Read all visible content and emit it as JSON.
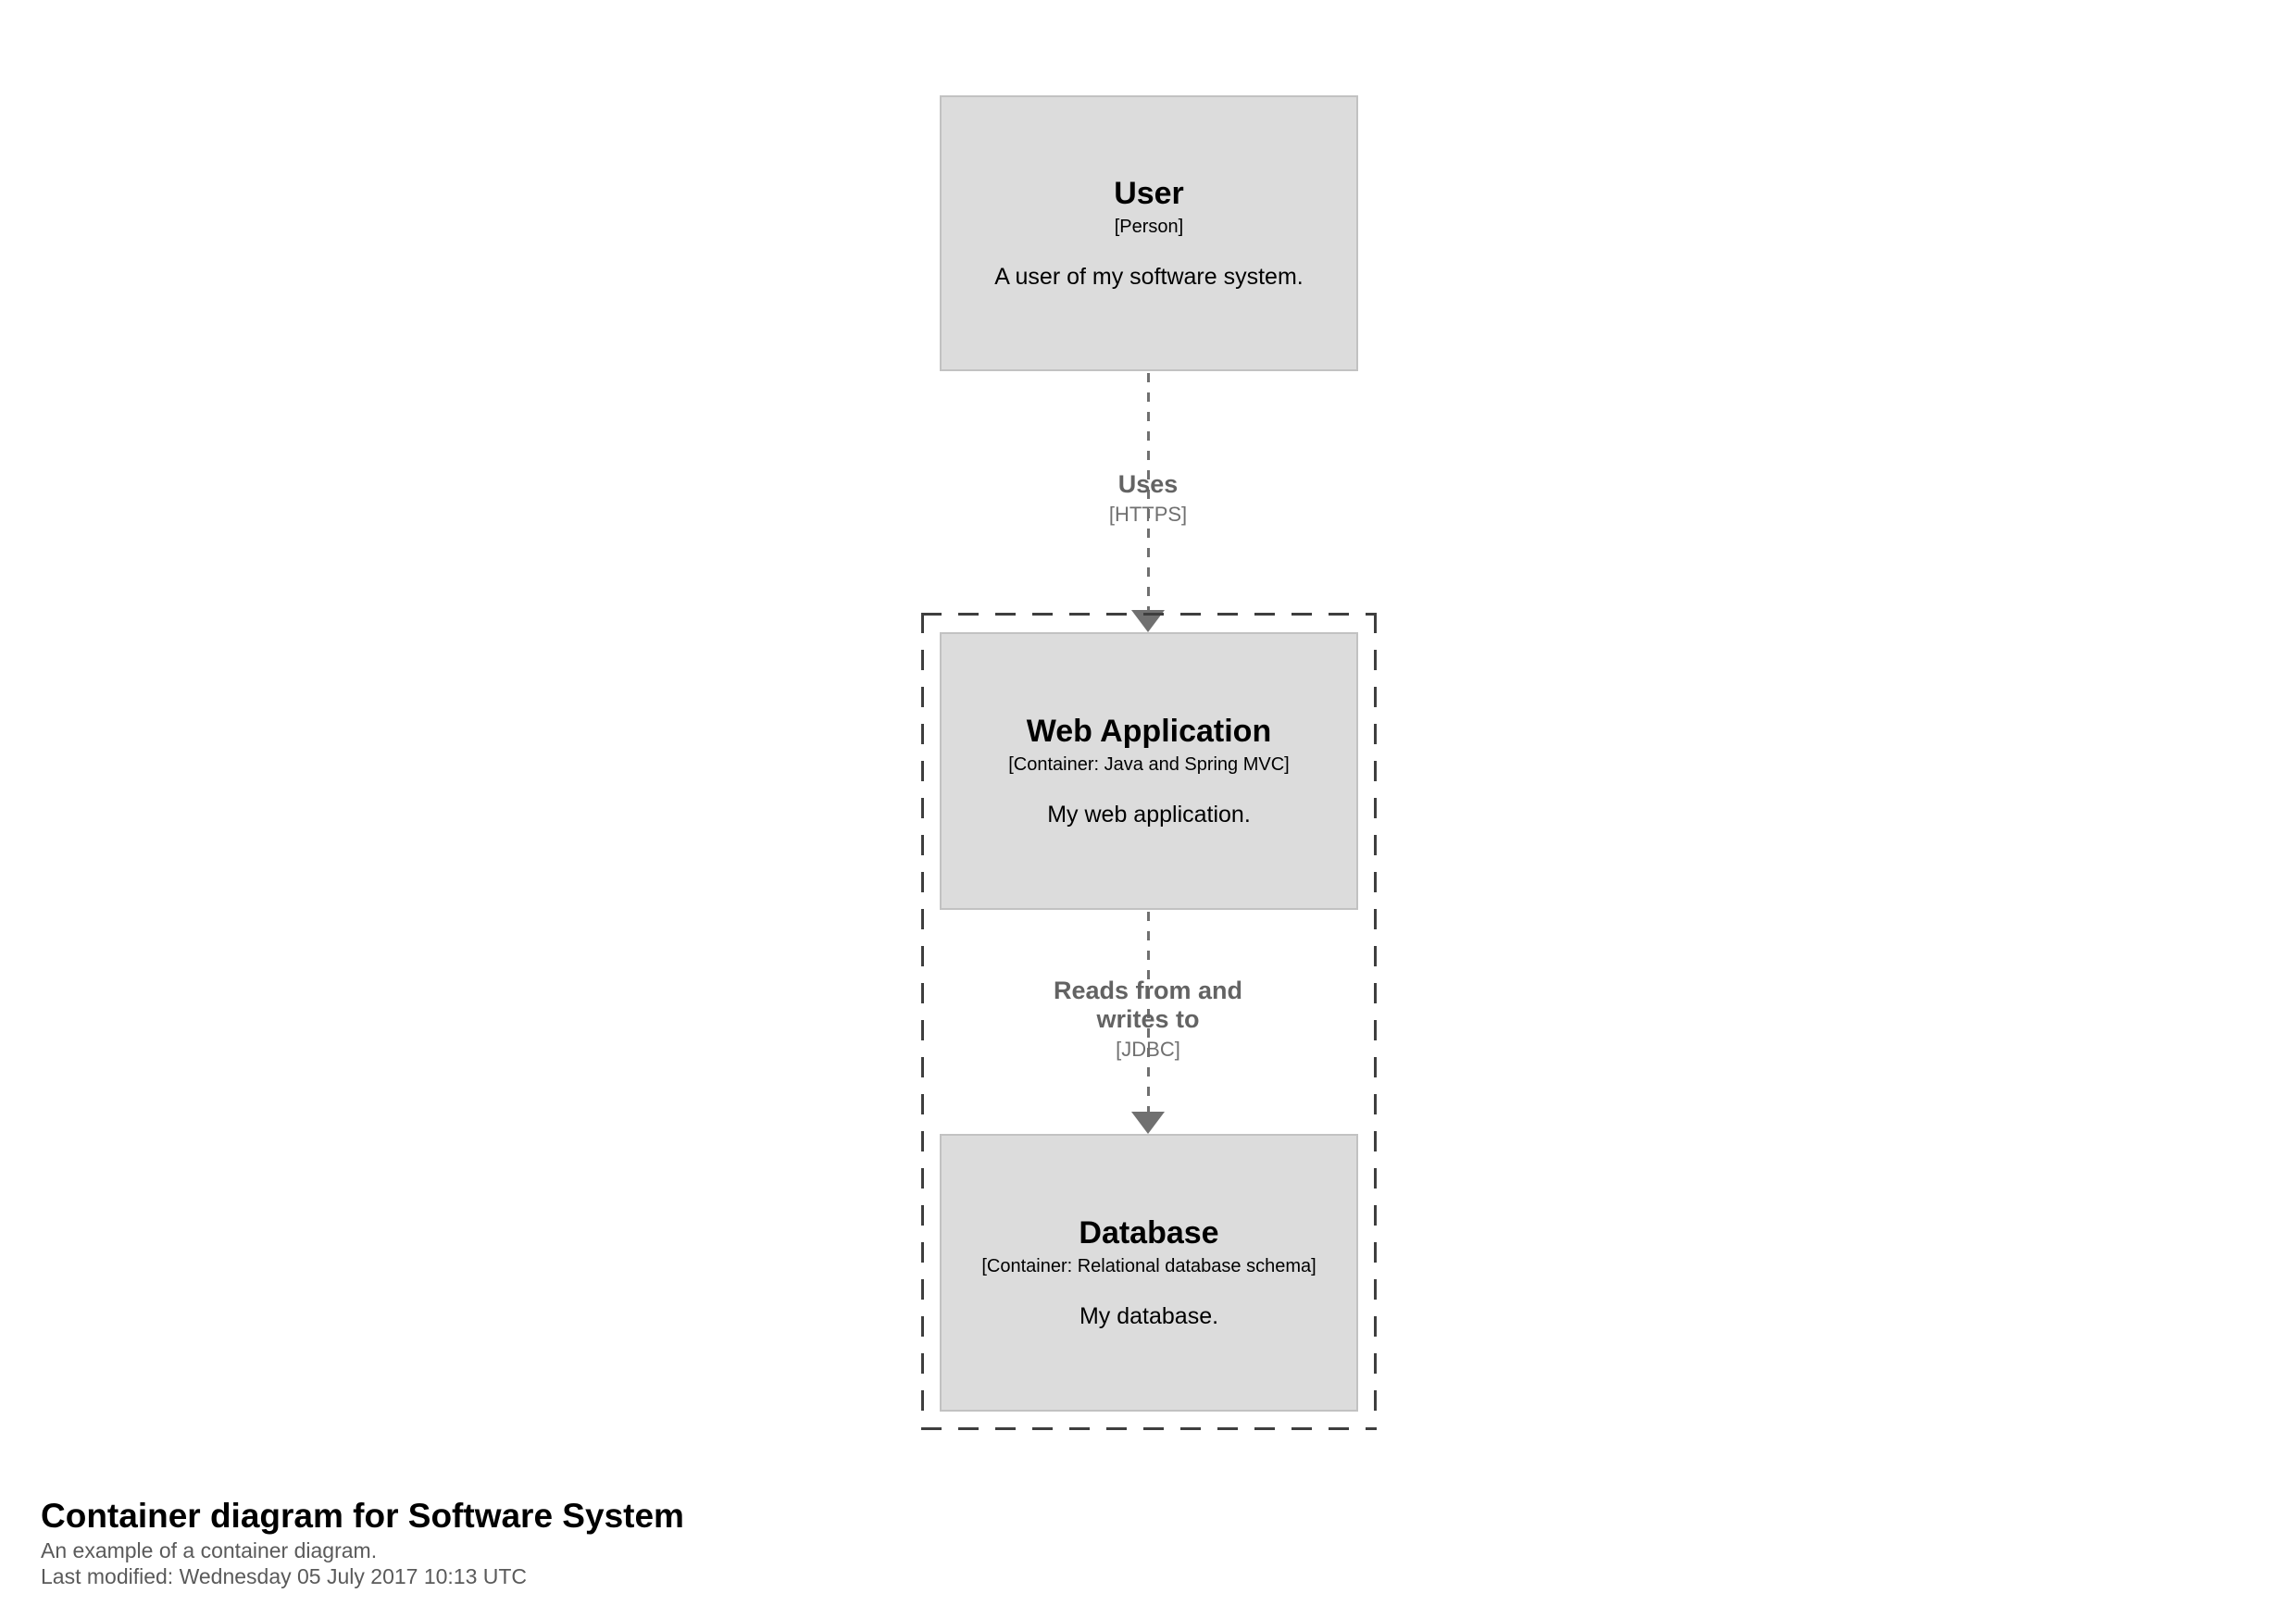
{
  "colors": {
    "background": "#ffffff",
    "element_fill": "#dcdcdc",
    "element_border": "#c2c2c2",
    "element_text": "#000000",
    "relationship": "#707070",
    "relationship_label": "#636363",
    "boundary": "#3e3e3e",
    "footer_title": "#000000",
    "footer_text": "#5a5a5a"
  },
  "elements": {
    "user": {
      "name": "User",
      "meta": "[Person]",
      "description": "A user of my software system."
    },
    "web_application": {
      "name": "Web Application",
      "meta": "[Container: Java and Spring MVC]",
      "description": "My web application."
    },
    "database": {
      "name": "Database",
      "meta": "[Container: Relational database schema]",
      "description": "My database."
    }
  },
  "relationships": {
    "user_to_web_application": {
      "label": "Uses",
      "technology": "[HTTPS]"
    },
    "web_application_to_database": {
      "label": "Reads from and writes to",
      "technology": "[JDBC]"
    }
  },
  "footer": {
    "title": "Container diagram for Software System",
    "description": "An example of a container diagram.",
    "last_modified": "Last modified: Wednesday 05 July 2017 10:13 UTC"
  }
}
